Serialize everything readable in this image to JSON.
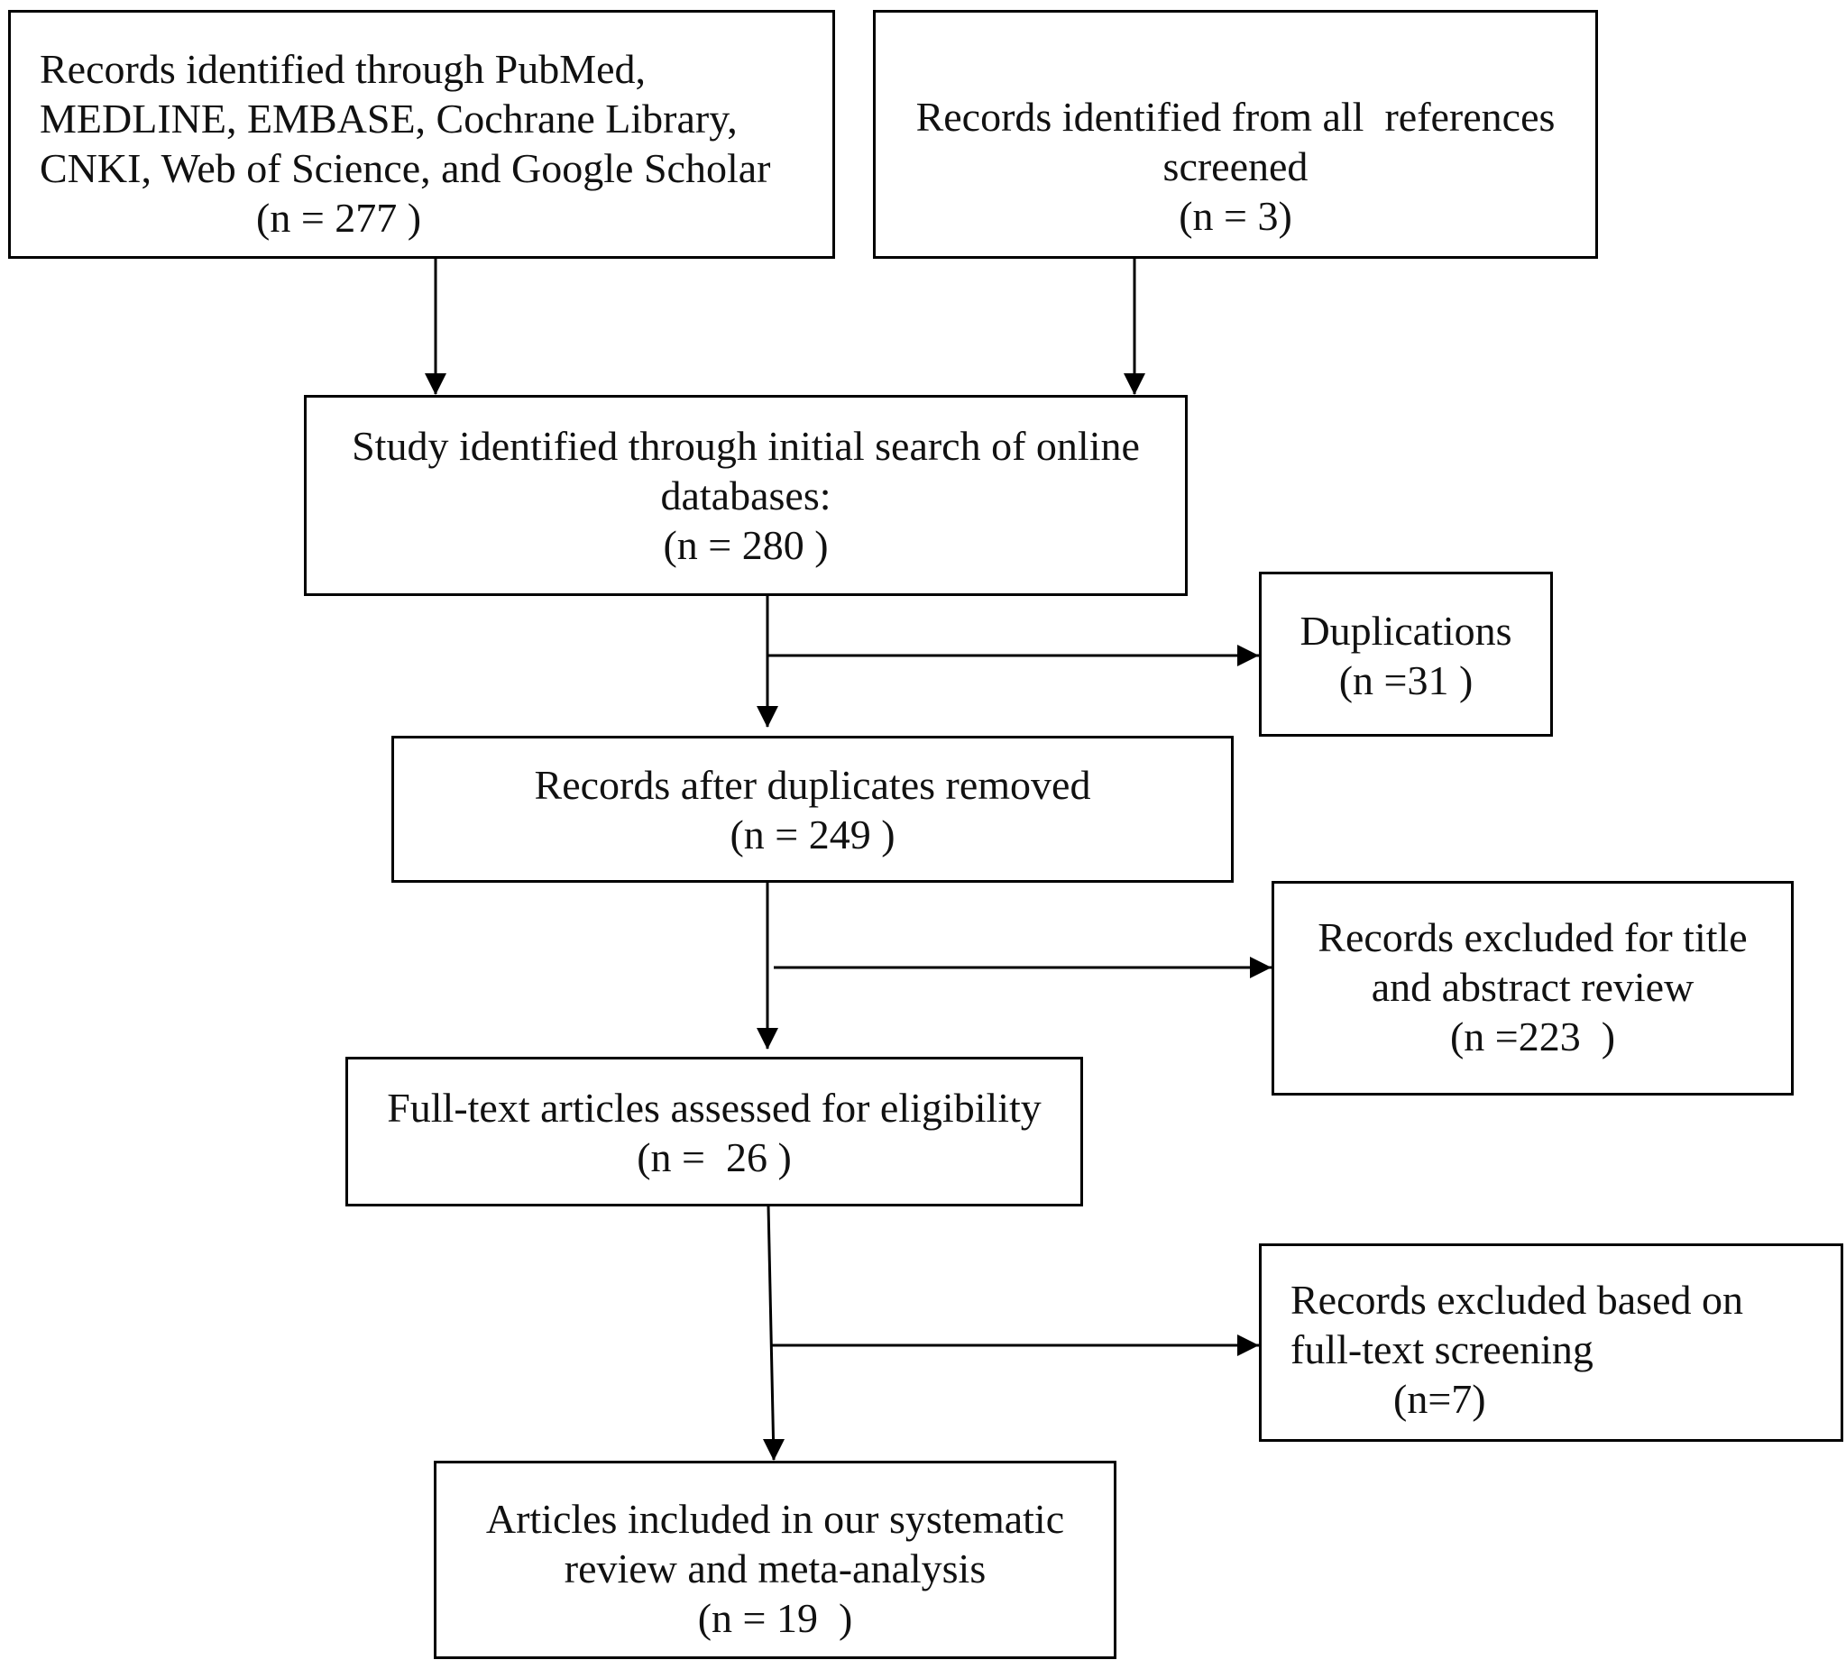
{
  "flowchart": {
    "db_search": {
      "lines": [
        "Records identified through PubMed,",
        "MEDLINE, EMBASE, Cochrane Library,",
        "CNKI, Web of Science, and Google Scholar"
      ],
      "count": "(n = 277 )"
    },
    "ref_search": {
      "lines": [
        "Records identified from all  references",
        "screened"
      ],
      "count": "(n = 3)"
    },
    "initial": {
      "lines": [
        "Study identified through initial search of online",
        "databases:"
      ],
      "count": "(n = 280 )"
    },
    "duplications": {
      "lines": [
        "Duplications"
      ],
      "count": "(n =31 )"
    },
    "after_dup": {
      "lines": [
        "Records after duplicates removed"
      ],
      "count": "(n = 249 )"
    },
    "excluded_title": {
      "lines": [
        "Records excluded for title",
        "and abstract review"
      ],
      "count": "(n =223  )"
    },
    "fulltext": {
      "lines": [
        "Full-text articles assessed for eligibility"
      ],
      "count": "(n =  26 )"
    },
    "excluded_fulltext": {
      "lines": [
        "Records excluded based on",
        "full-text screening"
      ],
      "count": "(n=7)"
    },
    "included": {
      "lines": [
        "Articles included in our systematic",
        "review and meta-analysis"
      ],
      "count": "(n = 19  )"
    }
  },
  "colors": {
    "line": "#000000",
    "text": "#111111",
    "background": "#ffffff"
  }
}
